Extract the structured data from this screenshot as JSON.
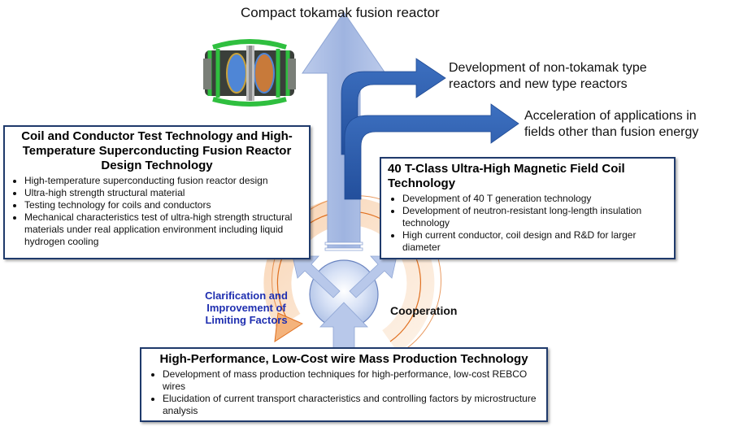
{
  "outcomes": {
    "top": "Compact tokamak fusion reactor",
    "right1_line1": "Development of non-tokamak type",
    "right1_line2": "reactors and new type reactors",
    "right2_line1": "Acceleration of applications in",
    "right2_line2": "fields other than fusion energy"
  },
  "box_left": {
    "title": "Coil and Conductor Test Technology and High-Temperature Superconducting Fusion Reactor Design Technology",
    "items": [
      "High-temperature superconducting fusion reactor design",
      "Ultra-high strength structural material",
      "Testing technology for coils and conductors",
      "Mechanical characteristics test of ultra-high strength structural materials under real application environment including liquid hydrogen cooling"
    ]
  },
  "box_right": {
    "title": "40 T-Class Ultra-High Magnetic Field Coil Technology",
    "items": [
      "Development of 40 T generation technology",
      "Development of neutron-resistant long-length insulation technology",
      "High current conductor, coil design and R&D for larger diameter"
    ]
  },
  "box_bottom": {
    "title": "High-Performance, Low-Cost wire Mass Production Technology",
    "items": [
      "Development of mass production techniques for high-performance, low-cost REBCO wires",
      "Elucidation of current transport characteristics and controlling factors by microstructure analysis"
    ]
  },
  "labels": {
    "clarification_line1": "Clarification and",
    "clarification_line2": "Improvement of",
    "clarification_line3": "Limiting Factors",
    "cooperation": "Cooperation"
  },
  "colors": {
    "main_arrow": "#a9bde3",
    "branch_arrow": "#2e5fae",
    "box_border": "#1f3a6b",
    "cycle_orange": "#e07020",
    "clarification_text": "#1f2fb0"
  }
}
